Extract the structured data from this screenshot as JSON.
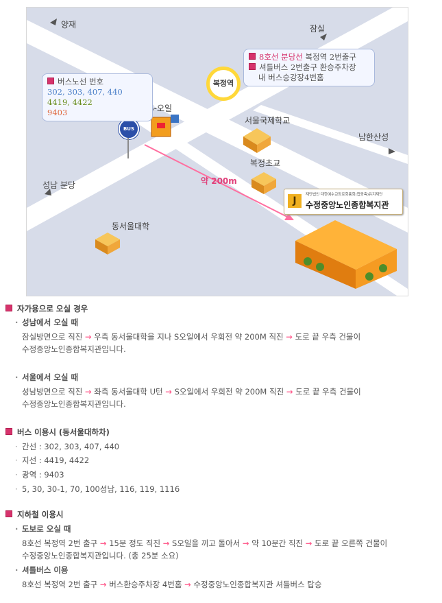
{
  "map": {
    "places": {
      "yangjae": "양재",
      "jamsil": "잠실",
      "namhansanseong": "남한산성",
      "seongnam_bundang": "성남 분당",
      "s_oil": "S-오일",
      "seoul_intl_school": "서울국제학교",
      "bokjeong_elem": "복정초교",
      "dongseoul_univ": "동서울대학",
      "bokjeong_station": "복정역"
    },
    "bus_bubble": {
      "title": "버스노선 번호",
      "line1": "302, 303, 407, 440",
      "line2": "4419, 4422",
      "line3": "9403"
    },
    "subway_bubble": {
      "line1_a": "8호선 분당선",
      "line1_b": " 복정역 2번출구",
      "line2": "셔틀버스 2번출구 환승주차장",
      "line3": "내 버스승강장4번홈"
    },
    "bus_sign": "BUS",
    "distance": "약 200m",
    "welfare": {
      "logo": "J",
      "sub": "재단법인 대한예수교장로회총회(합동측)유지재단",
      "name": "수정중앙노인종합복지관"
    },
    "colors": {
      "map_bg": "#d7dce9",
      "road": "#ffffff",
      "route": "#ff6fa0",
      "bubble_border": "#a9b9dd",
      "blue_text": "#4a7fc8",
      "green_text": "#6a8e1f",
      "orange_text": "#e0663c",
      "pink_text": "#d6336c"
    }
  },
  "sections": {
    "car": {
      "title": "자가용으로 오실 경우",
      "from_seongnam": {
        "title": "성남에서 오실 때",
        "line1": [
          "잠실방면으로 직진",
          "우측 동서울대학을 지나 S오일에서 우회전 약 200M 직진",
          "도로 끝 우측 건물이"
        ],
        "line2": "수정중앙노인종합복지관입니다."
      },
      "from_seoul": {
        "title": "서울에서 오실 때",
        "line1": [
          "성남방면으로 직진",
          "좌측 동서울대학 U턴",
          "S오일에서 우회전 약 200M 직진",
          "도로 끝 우측 건물이"
        ],
        "line2": "수정중앙노인종합복지관입니다."
      }
    },
    "bus": {
      "title": "버스 이용시 (동서울대하차)",
      "items": [
        "간선 : 302, 303, 407, 440",
        "지선 : 4419, 4422",
        "광역 : 9403",
        "5, 30, 30-1, 70, 100성남, 116, 119, 1116"
      ]
    },
    "subway": {
      "title": "지하철 이용시",
      "walk": {
        "title": "도보로 오실 때",
        "line1": [
          "8호선 복정역 2번 출구",
          "15분 정도 직진",
          "S오일을 끼고 돌아서",
          "약 10분간 직진",
          "도로 끝 오른쪽 건물이"
        ],
        "line2": "수정중앙노인종합복지관입니다. (총 25분 소요)"
      },
      "shuttle": {
        "title": "셔틀버스 이용",
        "line1": [
          "8호선 복정역 2번 출구",
          "버스환승주차장 4번홈",
          "수정중앙노인종합복지관 셔틀버스 탑승"
        ]
      }
    }
  },
  "arrow": "→",
  "bullet": "·"
}
